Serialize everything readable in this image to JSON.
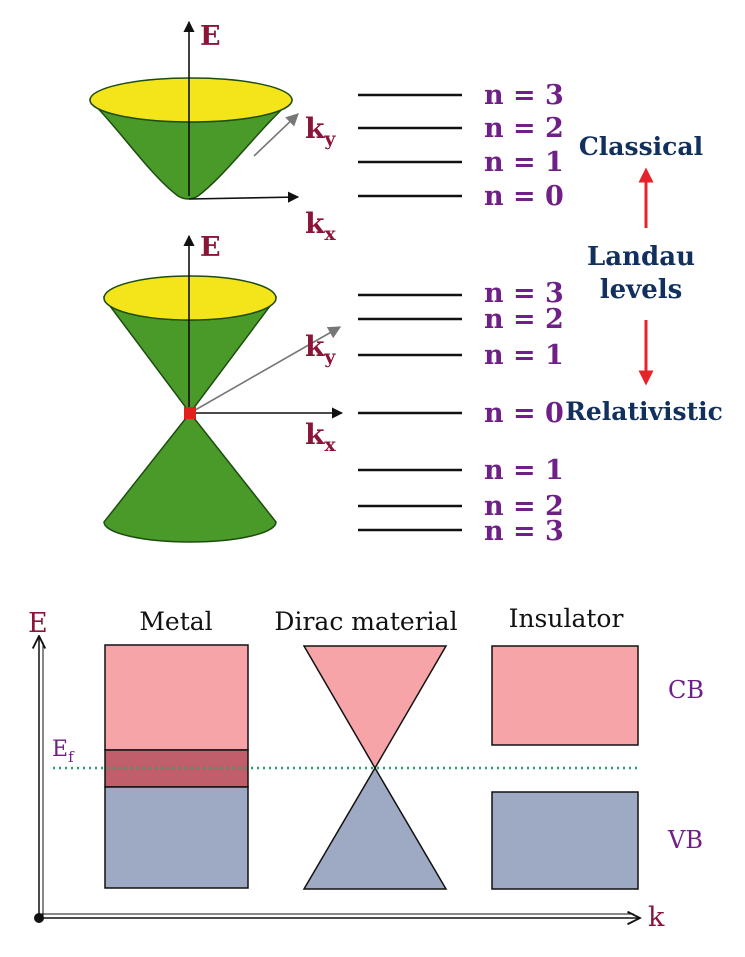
{
  "colors": {
    "cone_green": "#4a9a2a",
    "cone_top": "#f3e51a",
    "dirac_point": "#e0201c",
    "arrow_red": "#e4232a",
    "cb_pink": "#f7a4a8",
    "vb_blue": "#9eaac4",
    "overlap": "#c05e6c",
    "fermi_dotted": "#2aa06a",
    "label_purple": "#6f1f86",
    "label_maroon": "#8b1538",
    "label_navy": "#12305e"
  },
  "top_panel": {
    "classical": {
      "axis_e": "E",
      "axis_ky": "k",
      "axis_ky_sub": "y",
      "axis_kx": "k",
      "axis_kx_sub": "x",
      "levels": [
        "n = 3",
        "n = 2",
        "n = 1",
        "n = 0"
      ]
    },
    "relativistic": {
      "axis_e": "E",
      "axis_ky": "k",
      "axis_ky_sub": "y",
      "axis_kx": "k",
      "axis_kx_sub": "x",
      "levels_upper": [
        "n = 3",
        "n = 2",
        "n = 1"
      ],
      "level_zero": "n = 0",
      "levels_lower": [
        "n = 1",
        "n = 2",
        "n = 3"
      ]
    },
    "side": {
      "classical": "Classical",
      "landau_line1": "Landau",
      "landau_line2": "levels",
      "relativistic": "Relativistic"
    }
  },
  "bottom_panel": {
    "axis_e": "E",
    "axis_k": "k",
    "fermi": "E",
    "fermi_sub": "f",
    "metal": "Metal",
    "dirac": "Dirac material",
    "insulator": "Insulator",
    "cb": "CB",
    "vb": "VB"
  }
}
